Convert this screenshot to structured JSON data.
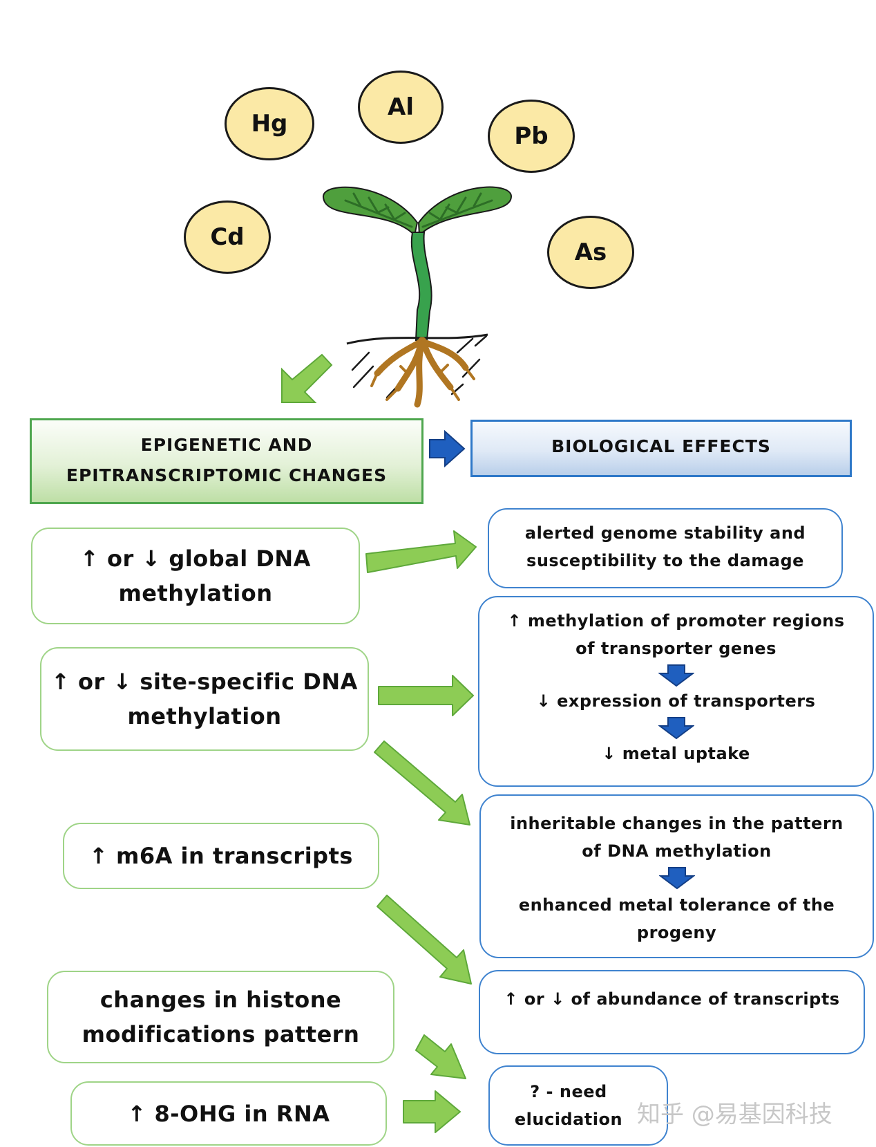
{
  "metals": [
    "Hg",
    "Al",
    "Pb",
    "Cd",
    "As"
  ],
  "headers": {
    "left": [
      "EPIGENETIC AND",
      "EPITRANSCRIPTOMIC CHANGES"
    ],
    "right": "BIOLOGICAL EFFECTS"
  },
  "changes": [
    [
      "↑ or ↓ global DNA",
      "methylation"
    ],
    [
      "↑ or ↓ site-specific DNA",
      "methylation"
    ],
    [
      "↑ m6A in transcripts"
    ],
    [
      "changes in histone",
      "modifications pattern"
    ],
    [
      "↑ 8-OHG in RNA"
    ]
  ],
  "effects": {
    "genome": [
      "alerted genome stability and",
      "susceptibility to the damage"
    ],
    "promoter": {
      "step1": [
        "↑ methylation of promoter regions",
        "of transporter genes"
      ],
      "step2": "↓ expression of transporters",
      "step3": "↓ metal uptake"
    },
    "inherit": {
      "step1": [
        "inheritable changes in the pattern",
        "of DNA methylation"
      ],
      "step2": [
        "enhanced metal tolerance of the",
        "progeny"
      ]
    },
    "transcripts": "↑ or ↓ of abundance of transcripts",
    "need": [
      "? - need",
      "elucidation"
    ]
  },
  "watermark": "知乎 @易基因科技",
  "colors": {
    "metal_fill": "#fbe9a6",
    "green_arrow": "#8dcc55",
    "blue_arrow": "#1f5fbf",
    "left_border": "#9fd487",
    "right_border": "#3f83cf"
  }
}
